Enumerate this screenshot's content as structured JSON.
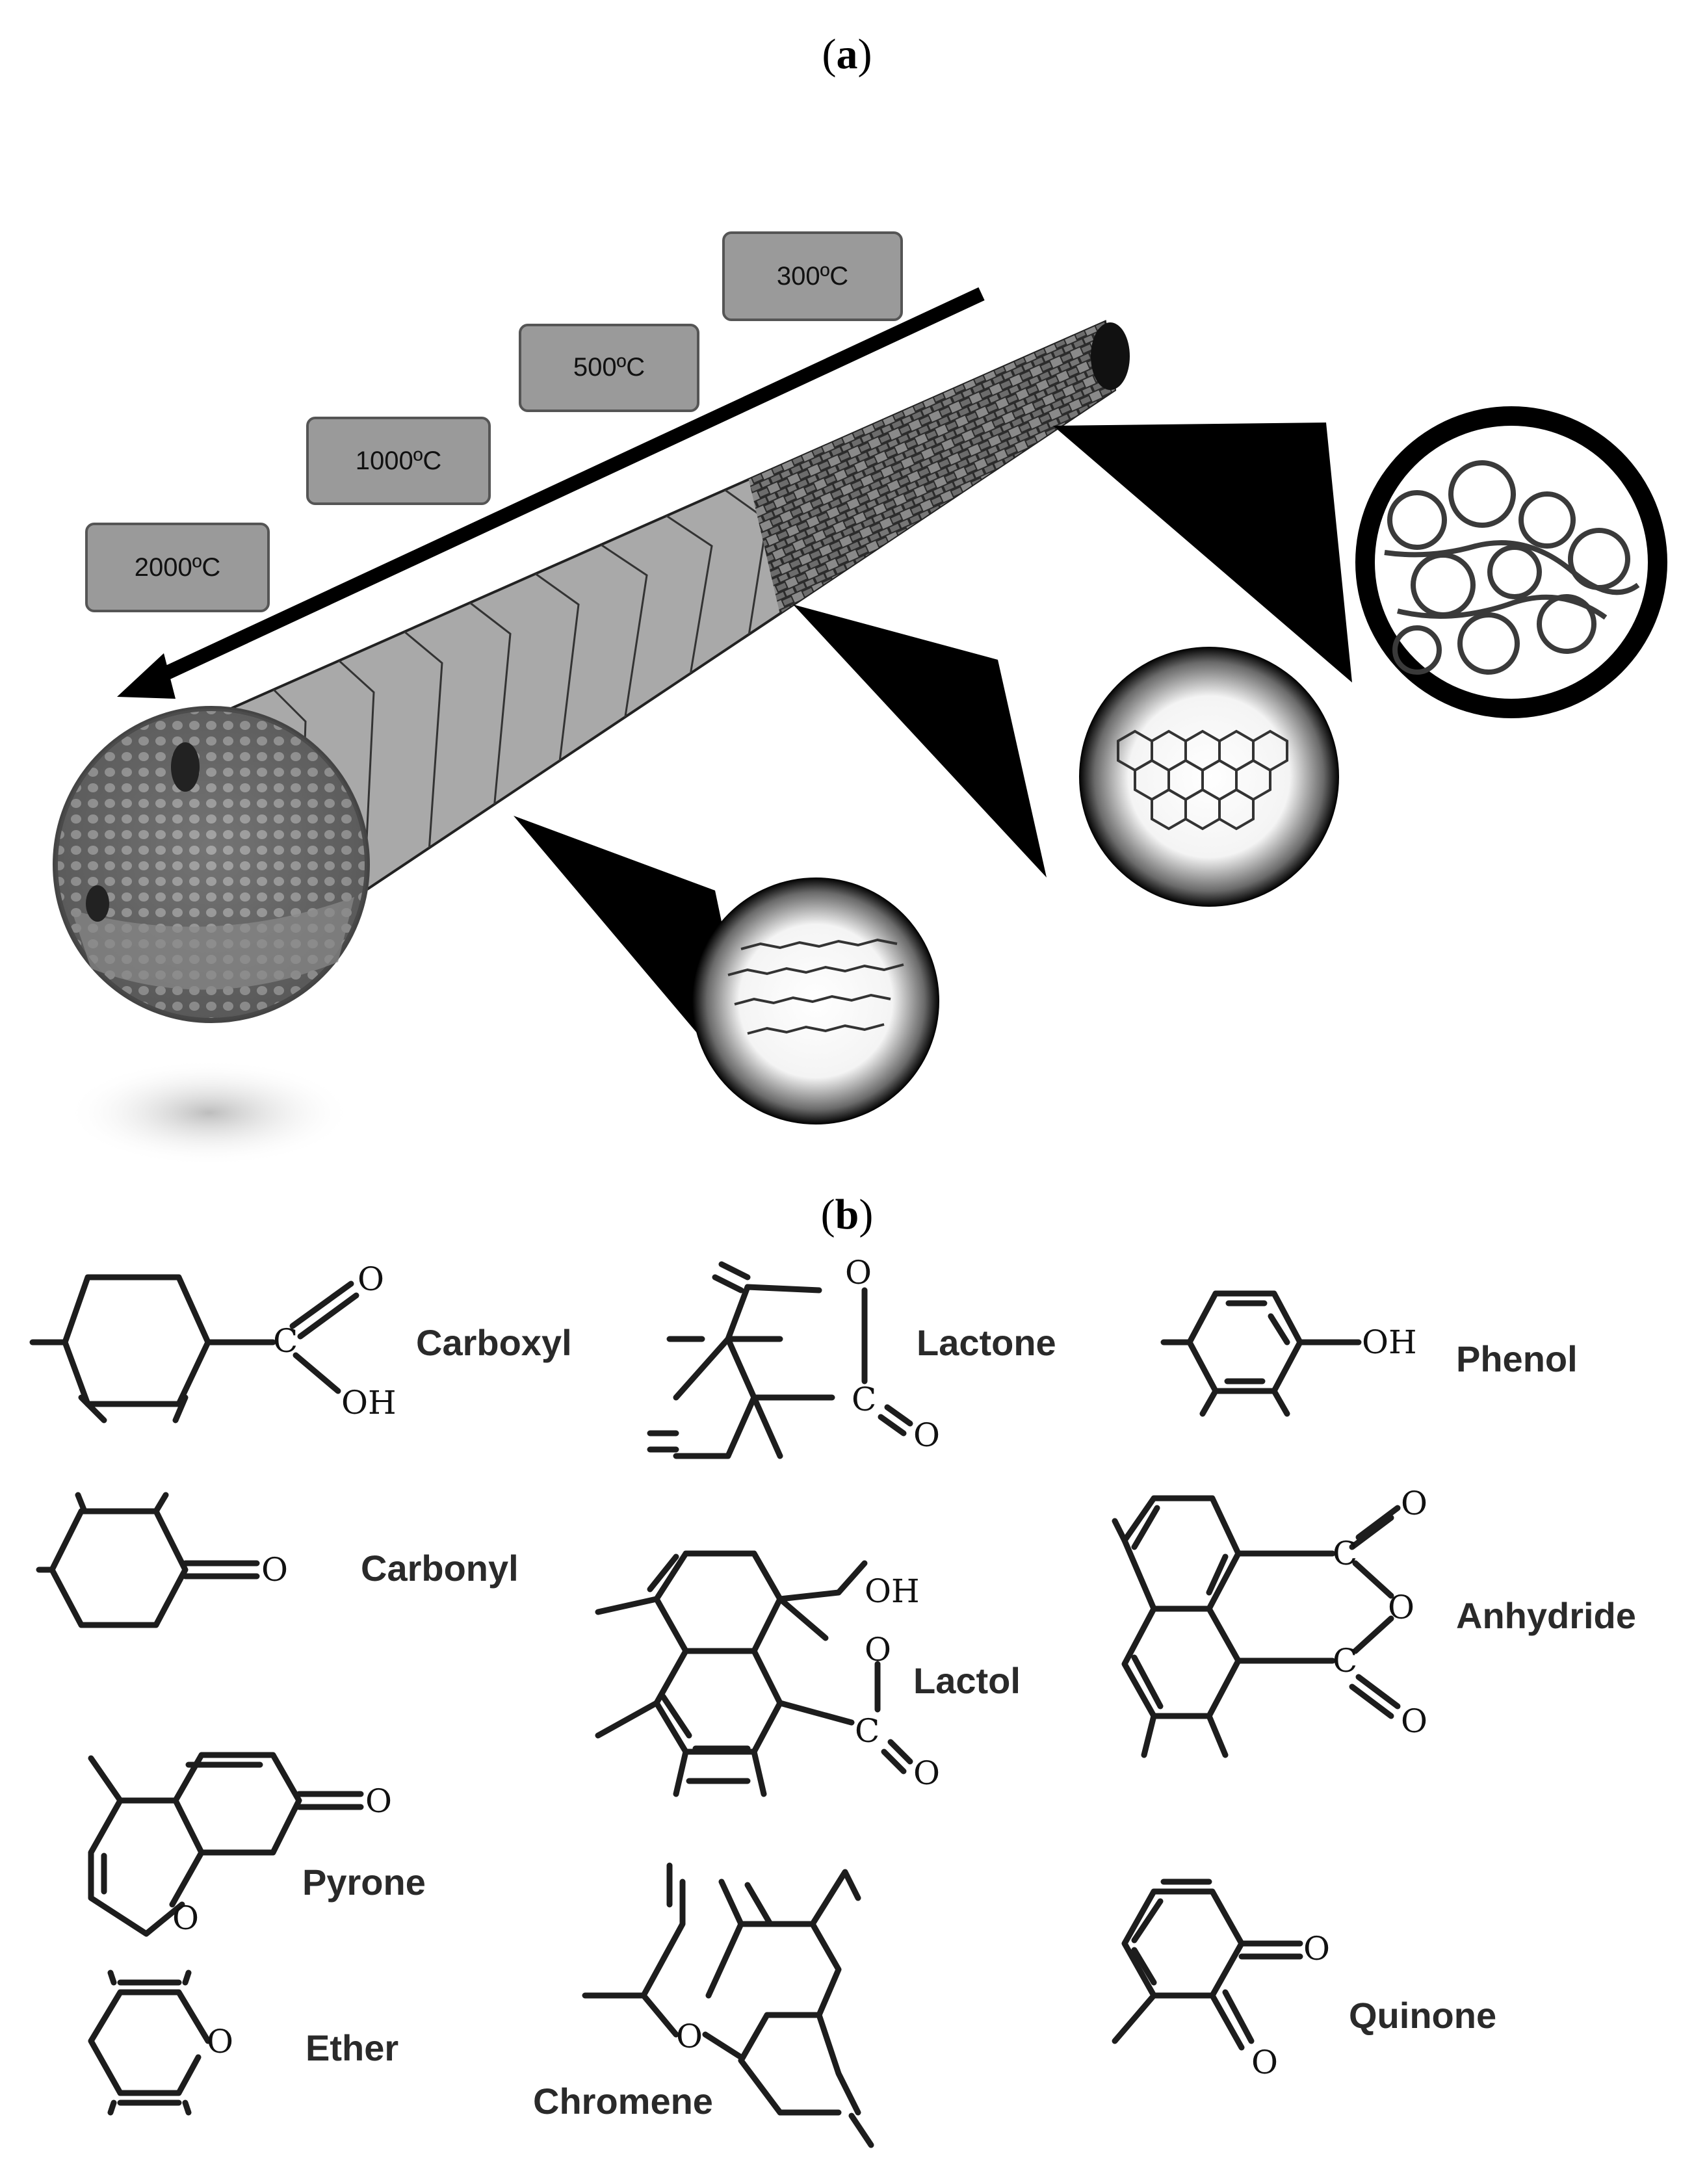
{
  "panels": {
    "a_label": "a",
    "b_label": "b"
  },
  "temperatures": [
    "300ºC",
    "500ºC",
    "1000ºC",
    "2000ºC"
  ],
  "functional_groups": {
    "carboxyl": "Carboxyl",
    "lactone": "Lactone",
    "phenol": "Phenol",
    "carbonyl": "Carbonyl",
    "lactol": "Lactol",
    "anhydride": "Anhydride",
    "pyrone": "Pyrone",
    "ether": "Ether",
    "chromene": "Chromene",
    "quinone": "Quinone"
  },
  "atoms": {
    "O": "O",
    "C": "C",
    "OH": "OH"
  },
  "colors": {
    "rod_fill": "#a9a9a9",
    "arrow": "#000000",
    "temp_box": "#9a9a9a",
    "lens_rim": "#000000"
  }
}
